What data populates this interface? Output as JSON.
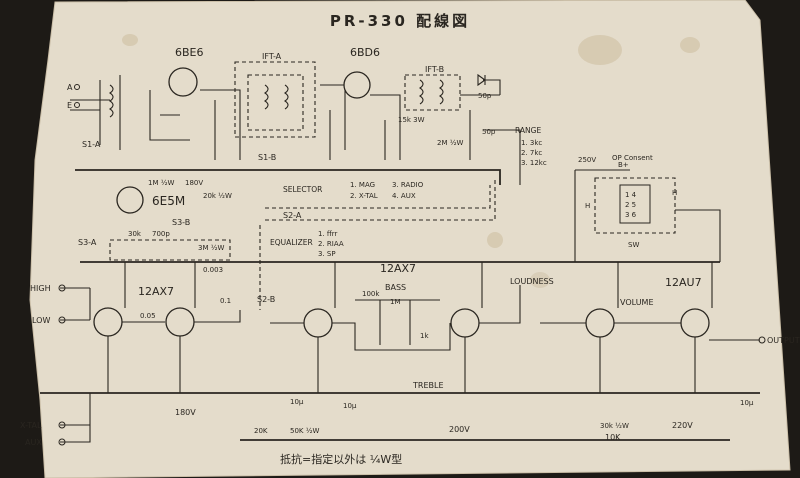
{
  "title": "PR-330 配線図",
  "footnote": "抵抗=指定以外は ¼W型",
  "tubes": {
    "t6be6": "6BE6",
    "t6bd6": "6BD6",
    "t6e5m": "6E5M",
    "t12ax7a": "12AX7",
    "t12ax7b": "12AX7",
    "t12au7": "12AU7"
  },
  "ift": {
    "a": "IFT-A",
    "b": "IFT-B"
  },
  "range": {
    "title": "RANGE",
    "items": [
      "1. 3kc",
      "2. 7kc",
      "3. 12kc"
    ]
  },
  "selector": {
    "title": "SELECTOR",
    "items": [
      "1. MAG",
      "2. X-TAL",
      "3. RADIO",
      "4. AUX"
    ]
  },
  "equalizer": {
    "title": "EQUALIZER",
    "items": [
      "1. ffrr",
      "2. RIAA",
      "3. SP"
    ]
  },
  "controls": {
    "bass": "BASS",
    "treble": "TREBLE",
    "loudness": "LOUDNESS",
    "volume": "VOLUME"
  },
  "terminals": {
    "high": "HIGH",
    "low": "LOW",
    "xtal": "X-TAL",
    "aux": "AUX",
    "output": "OUTPUT",
    "a": "A",
    "e": "E"
  },
  "switches": {
    "s1a": "S1-A",
    "s2a": "S2-A",
    "s2b": "S2-B",
    "s3a": "S3-A",
    "s3b": "S3-B",
    "s1b": "S1-B",
    "sw": "SW"
  },
  "power": {
    "b_plus": "B+",
    "v250": "250V",
    "v180": "180V",
    "v200": "200V",
    "v220": "220V",
    "op_consent": "OP Consent",
    "h1": "H",
    "h2": "H"
  },
  "parts": {
    "r_1m_half": "1M ½W",
    "r_20k_half": "20k ½W",
    "r_15k_3w": "15k 3W",
    "r_30k_half": "30k ½W",
    "r_10k": "10K",
    "r_20k": "20K",
    "r_50k_half": "50K ½W",
    "r_2m_half": "2M ½W",
    "c_50p": "50p",
    "c_50p2": "50p",
    "c_01": "0.1",
    "c_005": "0.05",
    "c_0003": "0.003",
    "c_10u": "10μ",
    "c_700p": "700p",
    "c_100k": "100k",
    "c_1m": "1M",
    "c_1k": "1k",
    "c_10u2": "10μ",
    "c_10u3": "10μ",
    "c_30k": "30k",
    "c_3m": "3M ½W"
  }
}
